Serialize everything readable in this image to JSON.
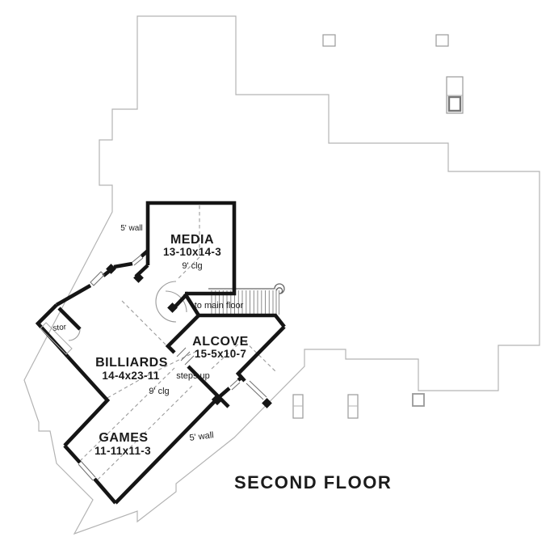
{
  "plan": {
    "title": "SECOND FLOOR",
    "rooms": {
      "media": {
        "name": "MEDIA",
        "dims": "13-10x14-3",
        "clg": "9' clg"
      },
      "alcove": {
        "name": "ALCOVE",
        "dims": "15-5x10-7"
      },
      "billiards": {
        "name": "BILLIARDS",
        "dims": "14-4x23-11",
        "clg": "9' clg"
      },
      "games": {
        "name": "GAMES",
        "dims": "11-11x11-3"
      },
      "storage": {
        "name": "stor"
      }
    },
    "labels": {
      "wall_upper": "5' wall",
      "wall_lower": "5' wall",
      "to_main_floor": "to main floor",
      "steps_up": "steps up"
    },
    "colors": {
      "wall": "#151515",
      "roof_outline": "#b3b3b3",
      "dashed_line": "#9b9b9b",
      "text": "#1b1b1b",
      "background": "#ffffff"
    }
  }
}
